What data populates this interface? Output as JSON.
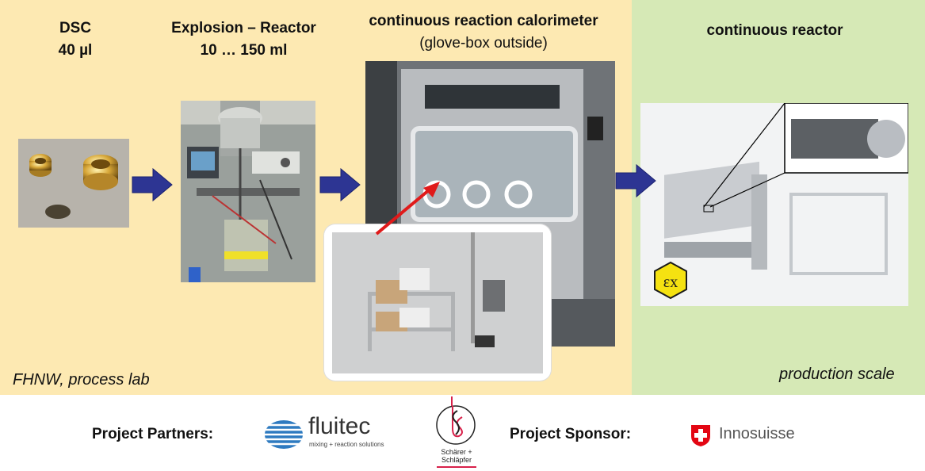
{
  "stages": [
    {
      "title_line1": "DSC",
      "title_line2": "40 µl"
    },
    {
      "title_line1": "Explosion – Reactor",
      "title_line2": "10 … 150 ml"
    },
    {
      "title_line1": "continuous reaction calorimeter",
      "title_line2": "(glove-box outside)"
    },
    {
      "title_line1": "continuous reactor"
    }
  ],
  "labels": {
    "lab": "FHNW, process lab",
    "production": "production scale"
  },
  "footer": {
    "partners_label": "Project Partners:",
    "sponsor_label": "Project Sponsor:",
    "fluitec_name": "fluitec",
    "fluitec_tagline": "mixing + reaction solutions",
    "schaerer_line1": "Schärer +",
    "schaerer_line2": "Schläpfer",
    "innosuisse": "Innosuisse"
  },
  "colors": {
    "lab_bg": "#fde9b2",
    "production_bg": "#d6e9b6",
    "arrow": "#2d3593",
    "ex_sign": "#f5e211",
    "swiss_red": "#e30613"
  }
}
